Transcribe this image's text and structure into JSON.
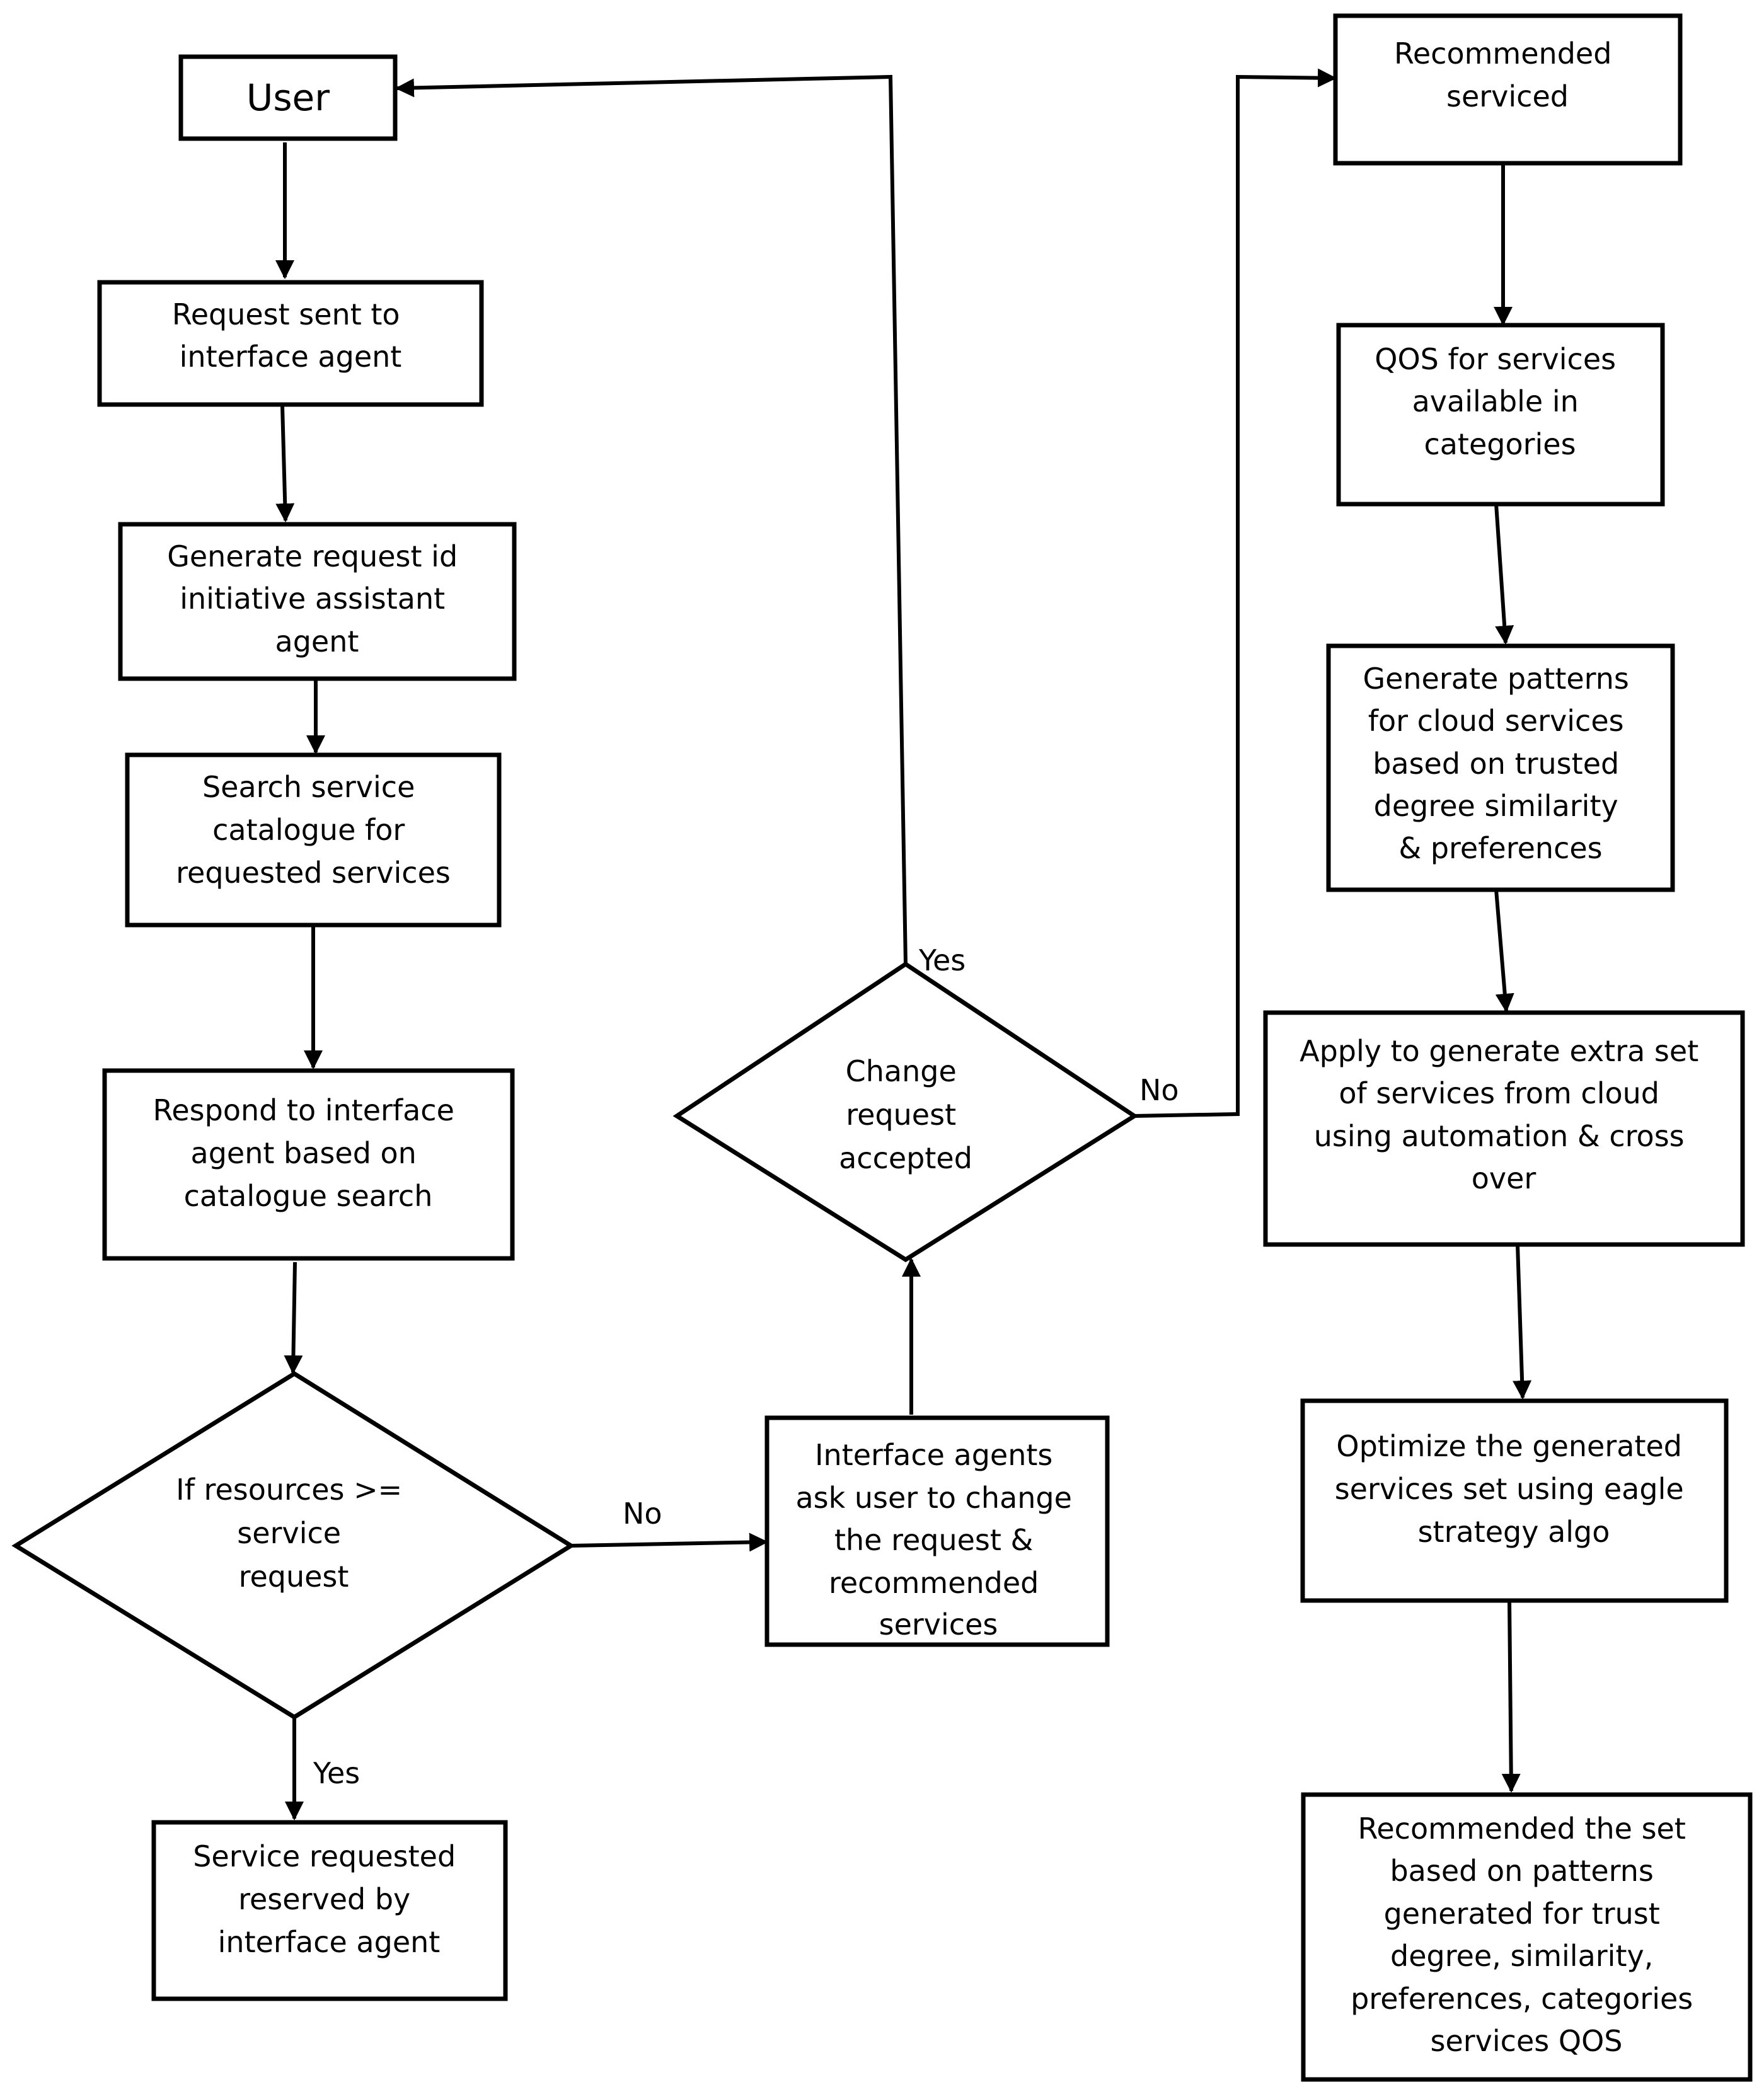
{
  "nodes": {
    "user": {
      "lines": [
        "User"
      ]
    },
    "request_sent": {
      "lines": [
        "Request sent to",
        "interface agent"
      ]
    },
    "generate_request_id": {
      "lines": [
        "Generate request id",
        "initiative assistant",
        "agent"
      ]
    },
    "search_catalogue": {
      "lines": [
        "Search service",
        "catalogue for",
        "requested services"
      ]
    },
    "respond_interface": {
      "lines": [
        "Respond to interface",
        "agent based on",
        "catalogue search"
      ]
    },
    "if_resources": {
      "lines": [
        "If resources >=",
        "service",
        "request"
      ]
    },
    "service_reserved": {
      "lines": [
        "Service requested",
        "reserved by",
        "interface agent"
      ]
    },
    "ask_user_change": {
      "lines": [
        "Interface agents",
        "ask user to change",
        "the request &",
        "recommended",
        "services"
      ]
    },
    "change_accepted": {
      "lines": [
        "Change",
        "request",
        "accepted"
      ]
    },
    "recommended_serviced": {
      "lines": [
        "Recommended",
        "serviced"
      ]
    },
    "qos_services": {
      "lines": [
        "QOS for services",
        "available in",
        "categories"
      ]
    },
    "generate_patterns": {
      "lines": [
        "Generate patterns",
        "for cloud services",
        "based on trusted",
        "degree similarity",
        "& preferences"
      ]
    },
    "apply_generate": {
      "lines": [
        "Apply to generate extra set",
        "of services from cloud",
        "using automation & cross",
        "over"
      ]
    },
    "optimize": {
      "lines": [
        "Optimize the generated",
        "services set using eagle",
        "strategy algo"
      ]
    },
    "recommended_set": {
      "lines": [
        "Recommended the set",
        "based on patterns",
        "generated for trust",
        "degree, similarity,",
        "preferences, categories",
        "services QOS"
      ]
    }
  },
  "edge_labels": {
    "resources_no": "No",
    "resources_yes": "Yes",
    "change_yes": "Yes",
    "change_no": "No"
  }
}
